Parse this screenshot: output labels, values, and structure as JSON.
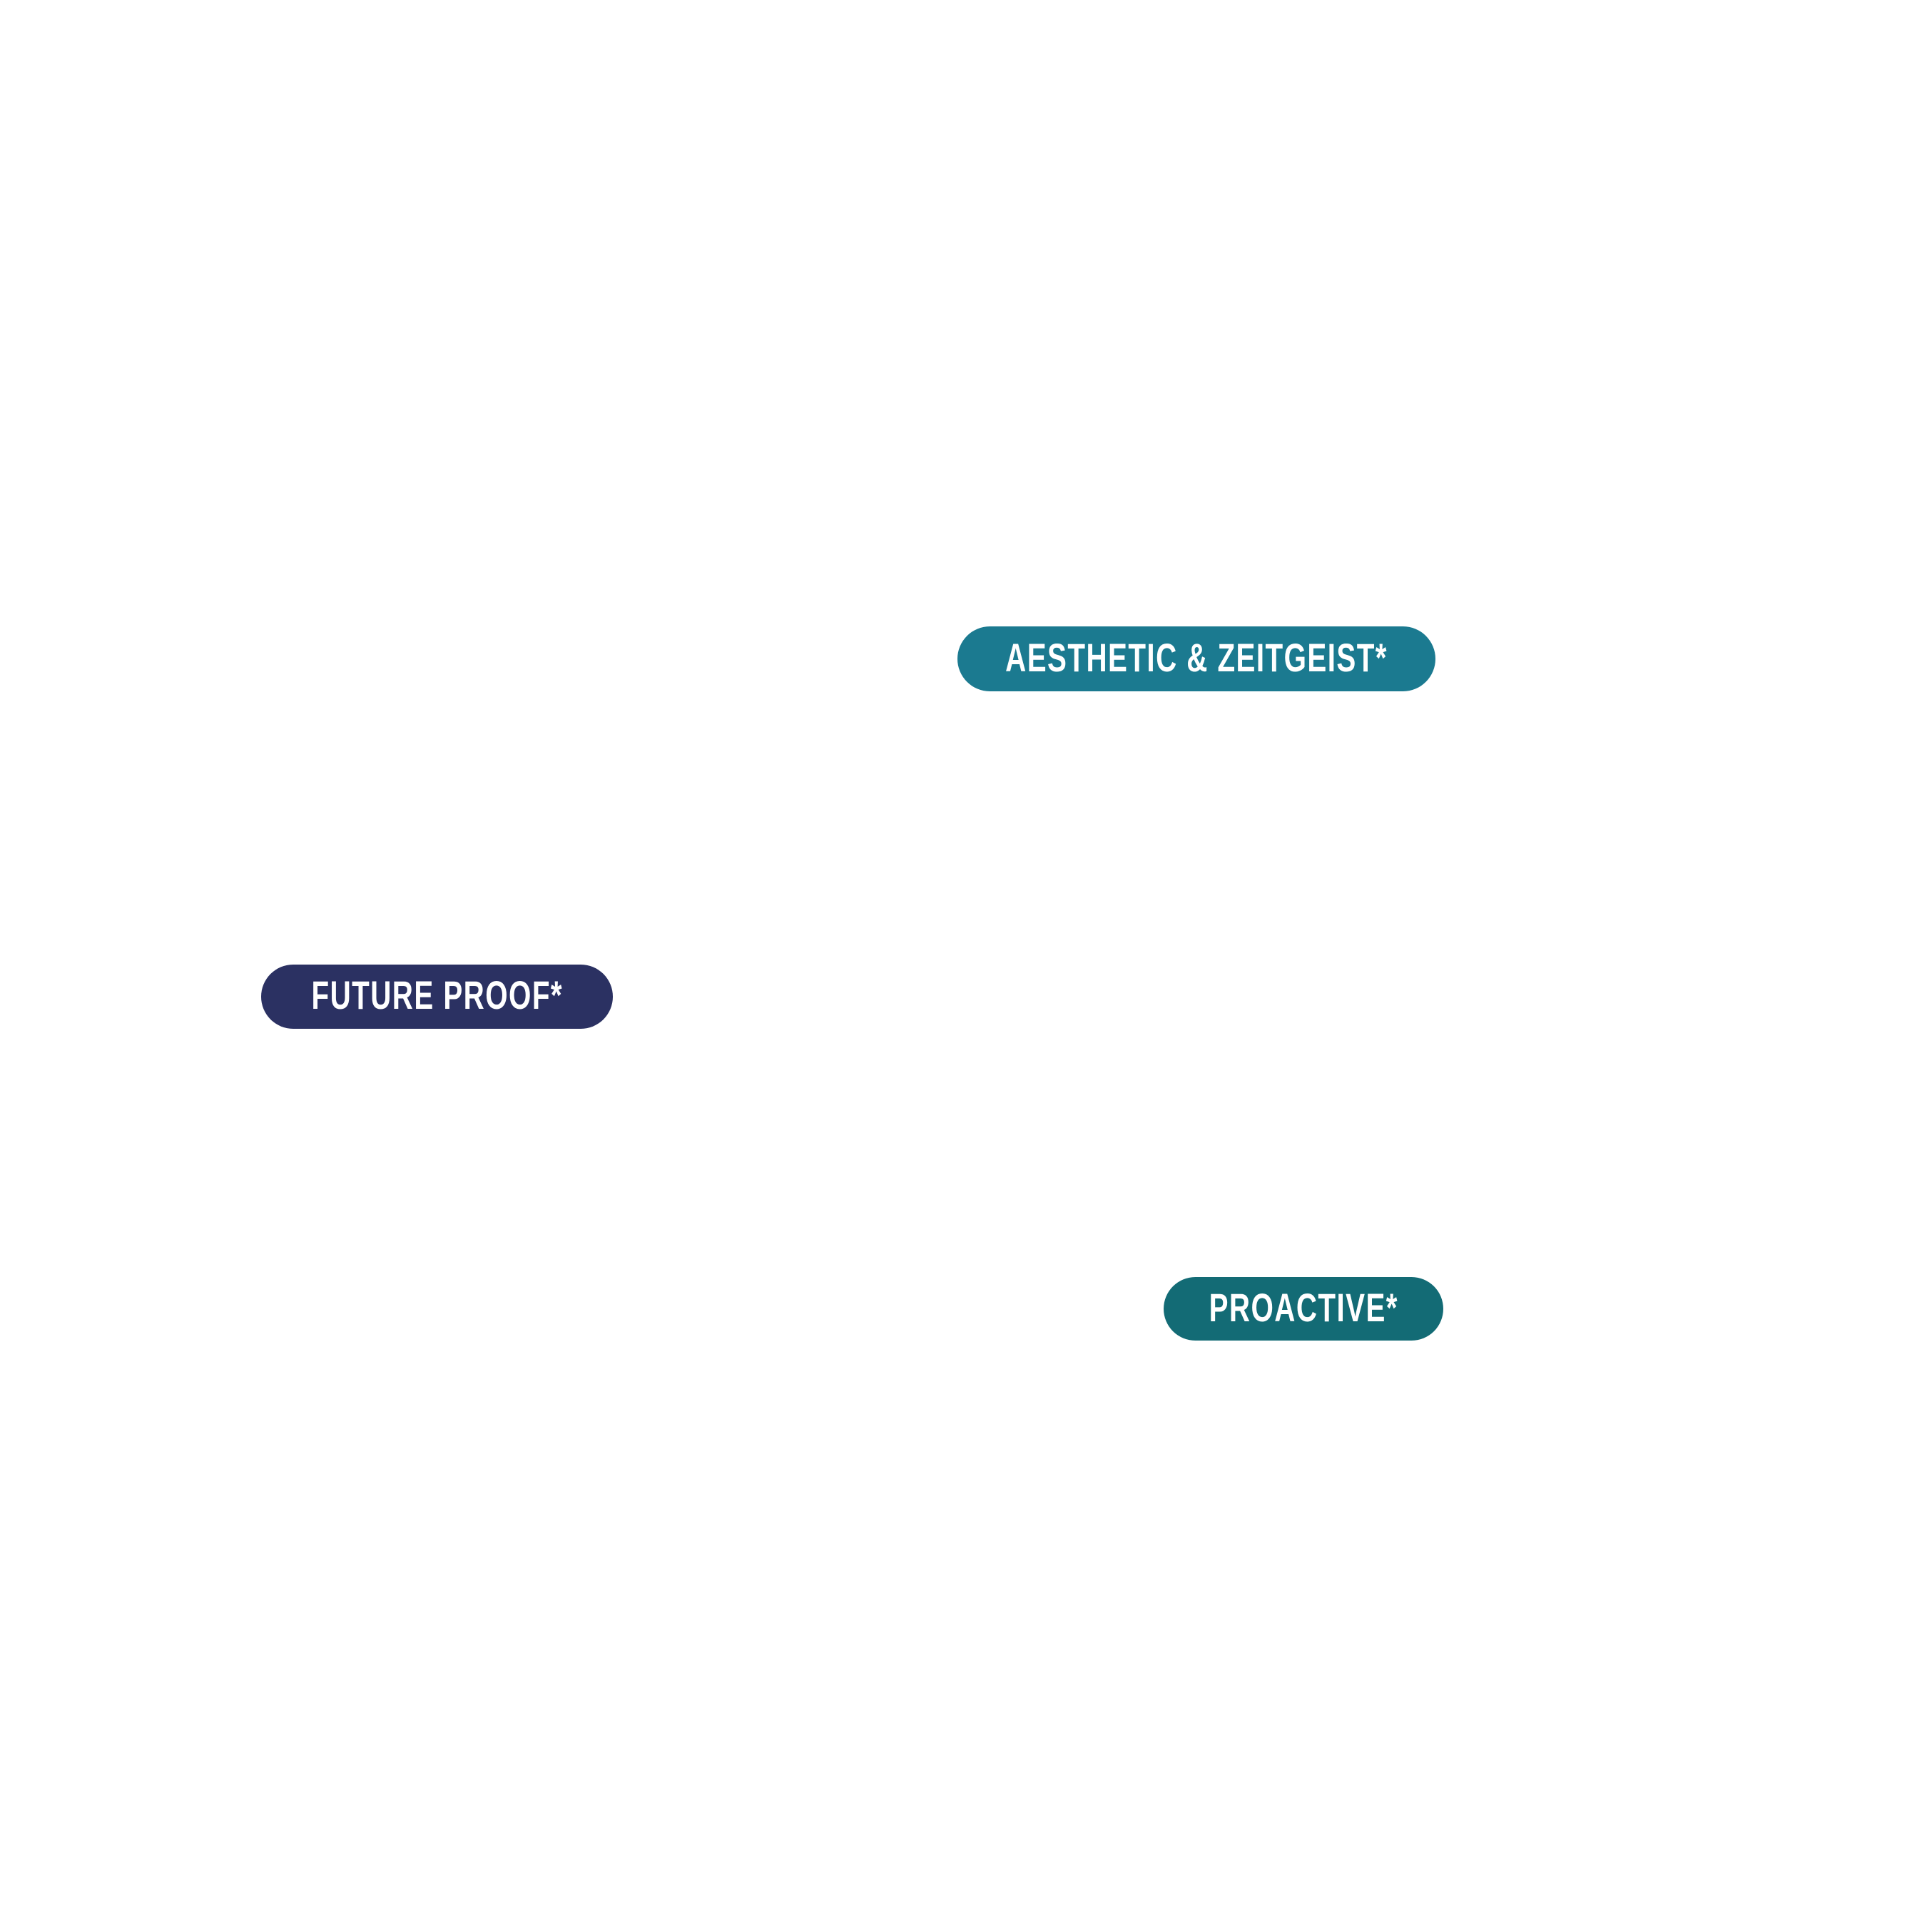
{
  "canvas": {
    "background": "#ffffff"
  },
  "labels": [
    {
      "text": "AESTHETIC & ZEITGEIST*",
      "pill_color": "#1b7a90",
      "text_color": "#ffffff"
    },
    {
      "text": "FUTURE PROOF*",
      "pill_color": "#2b3162",
      "text_color": "#ffffff"
    },
    {
      "text": "PROACTIVE*",
      "pill_color": "#136b75",
      "text_color": "#ffffff"
    }
  ]
}
